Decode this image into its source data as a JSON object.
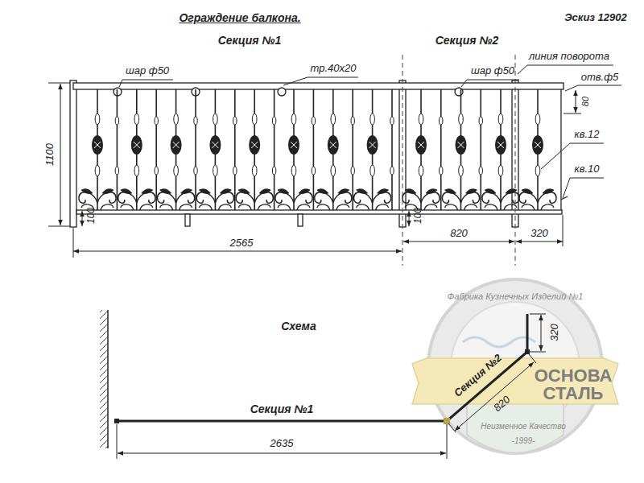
{
  "diagram": {
    "title": "Ограждение балкона.",
    "labels": [
      "Эскиз 12902",
      "Секция №1",
      "Секция №2",
      "шар ф50",
      "тр.40х20",
      "шар ф50",
      "линия поворота",
      "отв.ф5",
      "80",
      "кв.12",
      "кв.10",
      "1100",
      "100",
      "100",
      "2565",
      "820",
      "320",
      "Схема",
      "Секция №1",
      "Секция №2",
      "820",
      "2635",
      "320",
      "Фабрика Кузнечных Изделий №1",
      "ОСНОВА СТАЛЬ",
      "Неизменное Качество",
      "-1999-"
    ]
  }
}
